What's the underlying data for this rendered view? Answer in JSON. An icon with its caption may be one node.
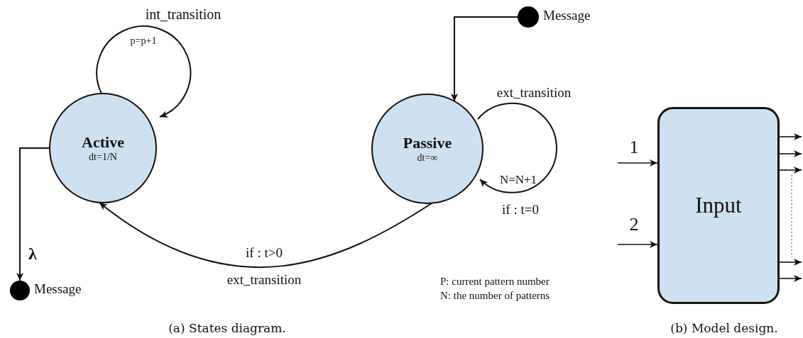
{
  "diagram": {
    "nodes": [
      {
        "text": [
          "Active",
          "dt=1/N"
        ]
      },
      {
        "text": [
          "Passive",
          "dt=∞"
        ]
      },
      {
        "text": [],
        "shape": "circle",
        "beside": [
          "Message"
        ]
      },
      {
        "text": [],
        "shape": "circle",
        "beside": [
          "Message"
        ]
      },
      {
        "text": [
          "Input"
        ]
      }
    ],
    "edges": [
      {
        "from": 0,
        "to": 0,
        "arrow": "to",
        "label": "int_transition"
      },
      {
        "from": 0,
        "to": 2,
        "arrow": "to",
        "label": "λ"
      },
      {
        "from": 3,
        "to": 1,
        "arrow": "to"
      },
      {
        "from": 1,
        "to": 1,
        "arrow": "to",
        "label": "ext_transition"
      },
      {
        "from": 1,
        "to": 0,
        "arrow": "to",
        "label": "if : t>0"
      },
      {
        "from": null,
        "to": 4,
        "arrow": "to",
        "label": "1"
      },
      {
        "from": null,
        "to": 4,
        "arrow": "to",
        "label": "2"
      },
      {
        "from": 4,
        "to": null,
        "arrow": "to"
      },
      {
        "from": 4,
        "to": null,
        "arrow": "to"
      },
      {
        "from": 4,
        "to": null,
        "arrow": "to"
      },
      {
        "from": 4,
        "to": null,
        "arrow": "to"
      },
      {
        "from": 4,
        "to": null,
        "arrow": "to"
      }
    ],
    "labels": [
      "p=p+1",
      "N=N+1",
      "if : t=0",
      "ext_transition",
      "P: current pattern number",
      "N: the number of patterns",
      "(a) States diagram.",
      "(b) Model design."
    ]
  }
}
